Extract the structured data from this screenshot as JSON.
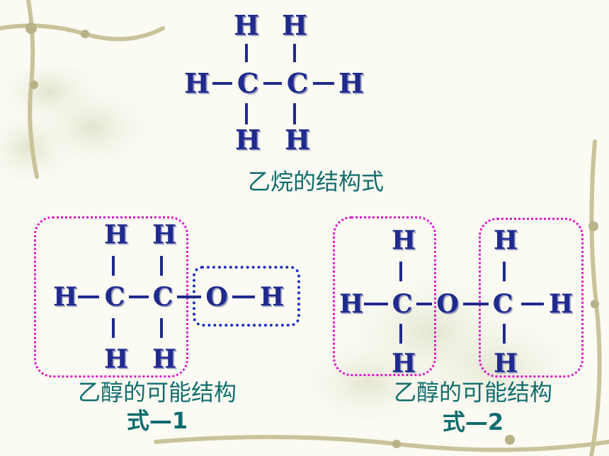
{
  "captions": {
    "ethane": "乙烷的结构式",
    "ethanol1_line1": "乙醇的可能结构",
    "ethanol1_line2": "式—1",
    "ethanol2_line1": "乙醇的可能结构",
    "ethanol2_line2": "式—2"
  },
  "atoms": {
    "H": "H",
    "C": "C",
    "O": "O"
  },
  "colors": {
    "atom": "#1f2a8c",
    "caption": "#0f6d6d",
    "pink_box": "#e018c8",
    "blue_box": "#1b2fbf"
  }
}
